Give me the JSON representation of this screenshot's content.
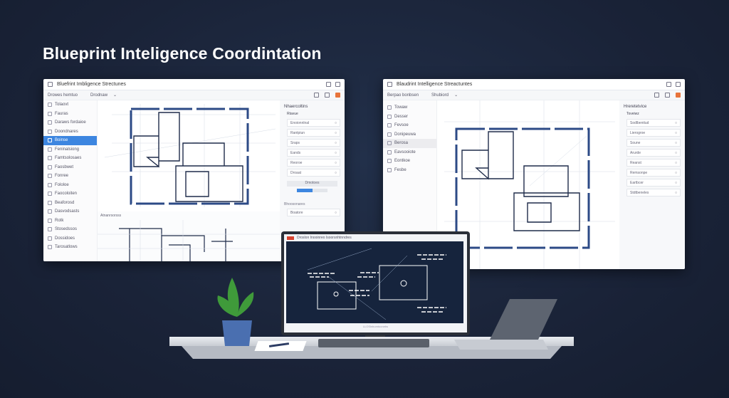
{
  "title": "Blueprint Inteligence Coordintation",
  "left_window": {
    "title": "Bluefrint Imbligence Strectunes",
    "toolbar": {
      "project": "Drowes hemtuo",
      "dropdown": "Drodnaw"
    },
    "sidebar": [
      "Tolaovt",
      "Fauras",
      "Daraws fordaioe",
      "Doondnares",
      "Boinse",
      "Feninalsiong",
      "Famtsolosaes",
      "Faosbwet",
      "Fonree",
      "Fololoe",
      "Faocoloiten",
      "Beaforosd",
      "Dasvodsasts",
      "Rotk",
      "Stosedssos",
      "Dossidoes",
      "Tarosatlows"
    ],
    "active_index": 4,
    "panel": {
      "heading": "Nhaercoltins",
      "subheading": "Rtavue",
      "items": [
        "Enoionnlnal",
        "Rantpiun",
        "Sraps",
        "Eands",
        "Reoroe",
        "Droaat"
      ],
      "button": "Dmotoes",
      "progress": 0.5,
      "section2": "Bhoosonares",
      "item2": "Boatore"
    },
    "lower_label": "Atnanrsorsss"
  },
  "right_window": {
    "title": "Blaudrint Intelligence Streactuntes",
    "toolbar": {
      "project": "Berpao bonbsen",
      "dropdown": "Shubiord"
    },
    "sidebar": [
      "Towaw",
      "Desser",
      "Fevsoe",
      "Donipeuwa",
      "Berosa",
      "Eavsooiote",
      "Eontkoe",
      "Fesbe"
    ],
    "selected_index": 4,
    "panel": {
      "heading": "Hreretetvice",
      "subheading": "Toveiwz",
      "items": [
        "Sodlbenitud",
        "Lierogroe",
        "Soune",
        "Arurde",
        "Reanst",
        "Remsonpe",
        "Eartbcer",
        "Stdtbeneles"
      ]
    }
  },
  "monitor": {
    "title": "Droslon Inooinreo Isoorsnhtnndres",
    "status": "LLOSlnbumtoonebs"
  },
  "colors": {
    "background": "#1a2338",
    "accent": "#3d86e0",
    "blueprint": "#2c4a86",
    "monitor_screen": "#16243d"
  }
}
